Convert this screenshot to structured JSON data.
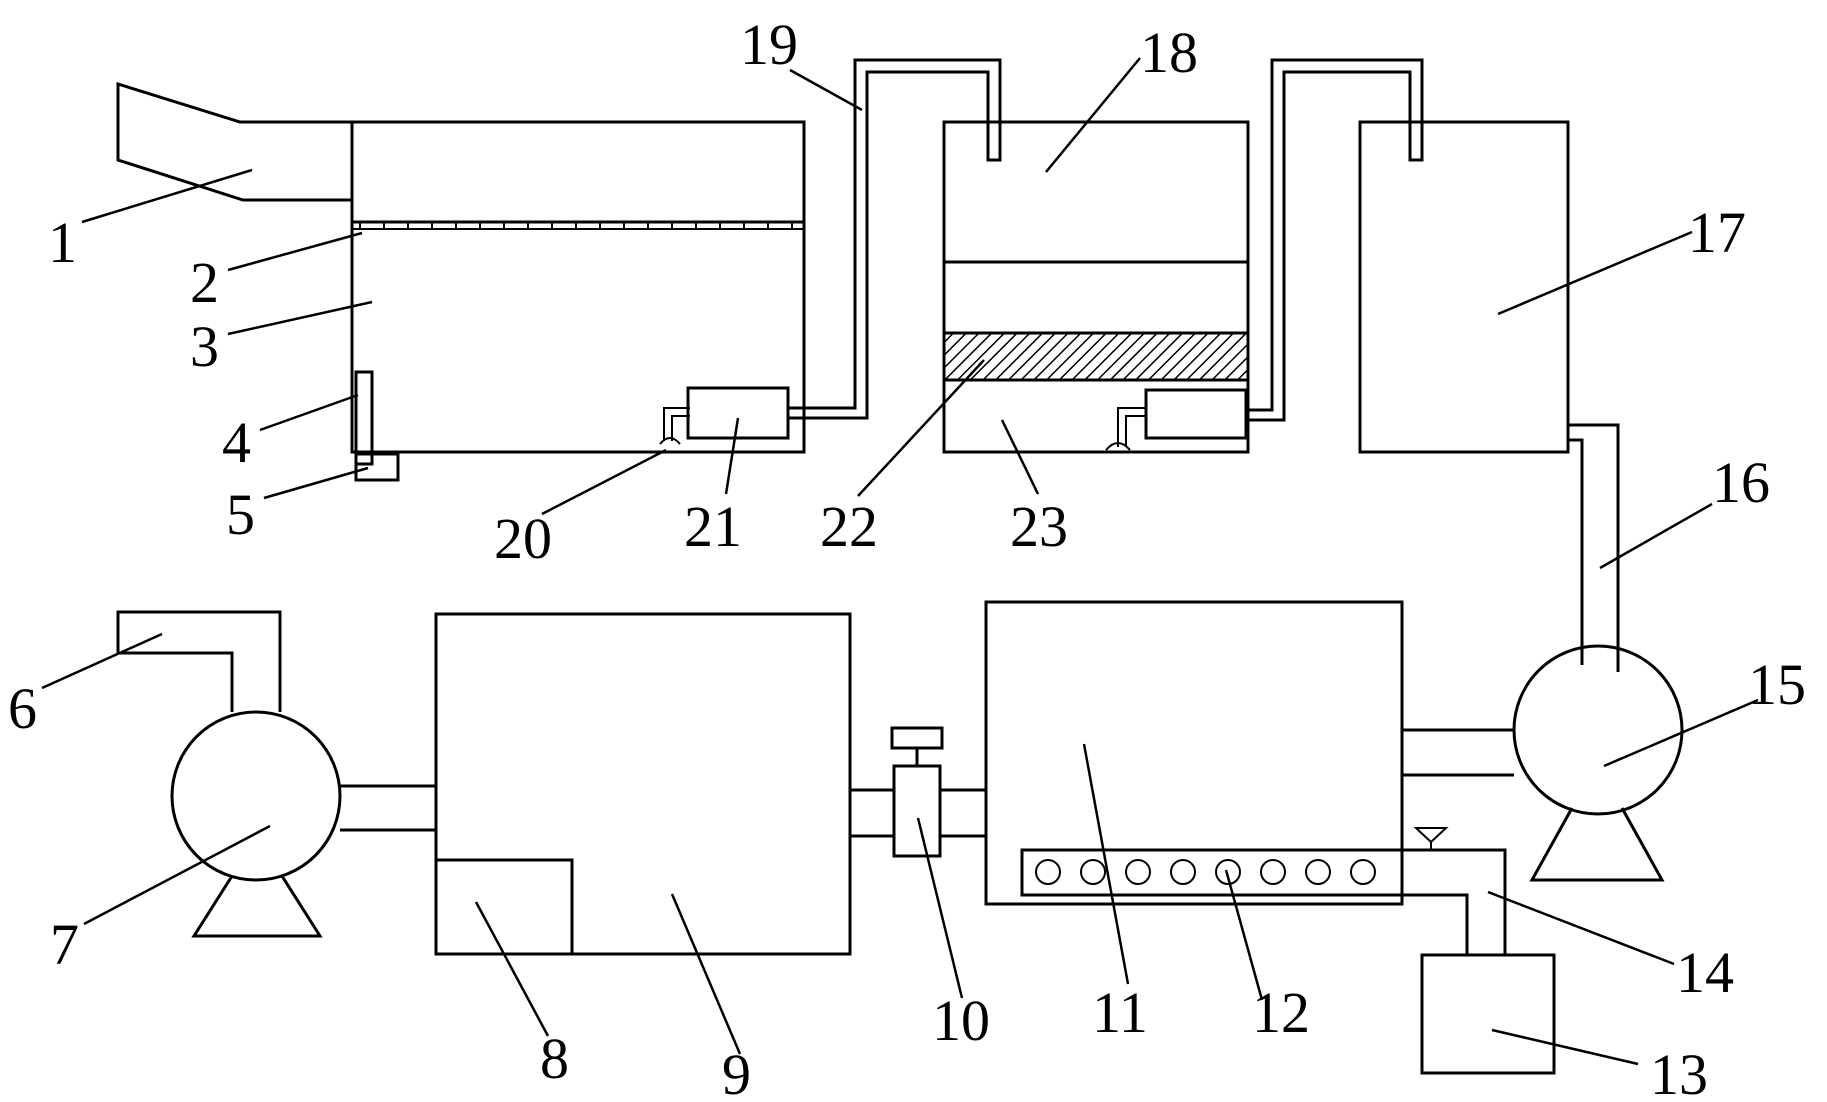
{
  "labels": [
    "1",
    "2",
    "3",
    "4",
    "5",
    "6",
    "7",
    "8",
    "9",
    "10",
    "11",
    "12",
    "13",
    "14",
    "15",
    "16",
    "17",
    "18",
    "19",
    "20",
    "21",
    "22",
    "23"
  ]
}
